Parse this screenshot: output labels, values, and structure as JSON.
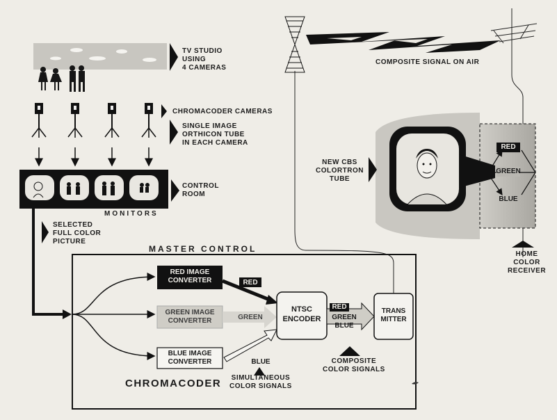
{
  "studio": {
    "label": "TV STUDIO\nUSING\n4 CAMERAS"
  },
  "cameras": {
    "label": "CHROMACODER CAMERAS",
    "tube_note": "SINGLE IMAGE\nORTHICON TUBE\nIN EACH CAMERA"
  },
  "control_room": {
    "label": "CONTROL\nROOM",
    "monitors_label": "MONITORS"
  },
  "selected_picture": {
    "label": "SELECTED\nFULL COLOR\nPICTURE"
  },
  "master_control": {
    "label": "MASTER CONTROL"
  },
  "converters": {
    "red": "RED IMAGE\nCONVERTER",
    "green": "GREEN IMAGE\nCONVERTER",
    "blue": "BLUE IMAGE\nCONVERTER"
  },
  "signals": {
    "red": "RED",
    "green": "GREEN",
    "blue": "BLUE",
    "green_blue": "GREEN\nBLUE"
  },
  "encoder": {
    "label": "NTSC\nENCODER"
  },
  "transmitter": {
    "label": "TRANS\nMITTER"
  },
  "simultaneous": {
    "label": "SIMULTANEOUS\nCOLOR SIGNALS"
  },
  "composite": {
    "label": "COMPOSITE\nCOLOR SIGNALS"
  },
  "chromacoder": {
    "label": "CHROMACODER"
  },
  "air": {
    "label": "COMPOSITE SIGNAL ON AIR"
  },
  "tube": {
    "label": "NEW CBS\nCOLORTRON\nTUBE"
  },
  "receiver": {
    "label": "HOME\nCOLOR RECEIVER",
    "red": "RED",
    "green": "GREEN",
    "blue": "BLUE"
  }
}
